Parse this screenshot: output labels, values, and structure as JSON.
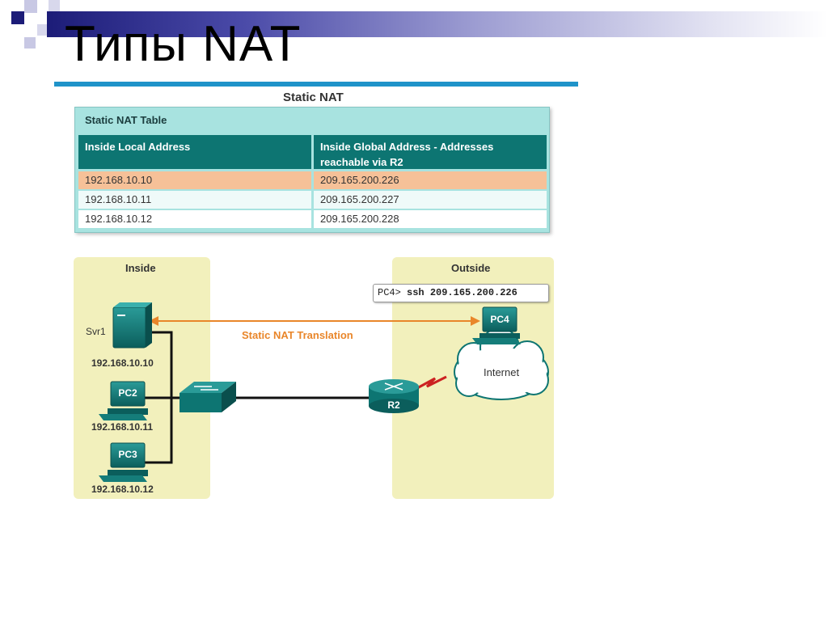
{
  "slide": {
    "title": "Типы NAT",
    "accent_color": "#1f93c9",
    "bar_color": "#1c1c78"
  },
  "nat_table": {
    "heading": "Static NAT",
    "caption": "Static NAT Table",
    "columns": [
      "Inside Local Address",
      "Inside Global Address - Addresses reachable via R2"
    ],
    "rows": [
      [
        "192.168.10.10",
        "209.165.200.226"
      ],
      [
        "192.168.10.11",
        "209.165.200.227"
      ],
      [
        "192.168.10.12",
        "209.165.200.228"
      ]
    ],
    "header_color": "#0d7572",
    "highlight_color": "#f6c198"
  },
  "diagram": {
    "inside_label": "Inside",
    "outside_label": "Outside",
    "command": {
      "prompt": "PC4>",
      "text": "ssh 209.165.200.226"
    },
    "translation_label": "Static NAT Translation",
    "internet_label": "Internet",
    "devices": {
      "server": {
        "label": "Svr1",
        "ip": "192.168.10.10"
      },
      "pc2": {
        "label": "PC2",
        "ip": "192.168.10.11"
      },
      "pc3": {
        "label": "PC3",
        "ip": "192.168.10.12"
      },
      "pc4": {
        "label": "PC4"
      },
      "router": {
        "label": "R2"
      }
    },
    "zone_color": "#f2f0bc",
    "arrow_color": "#e9862a",
    "serial_link_color": "#cc2222"
  }
}
